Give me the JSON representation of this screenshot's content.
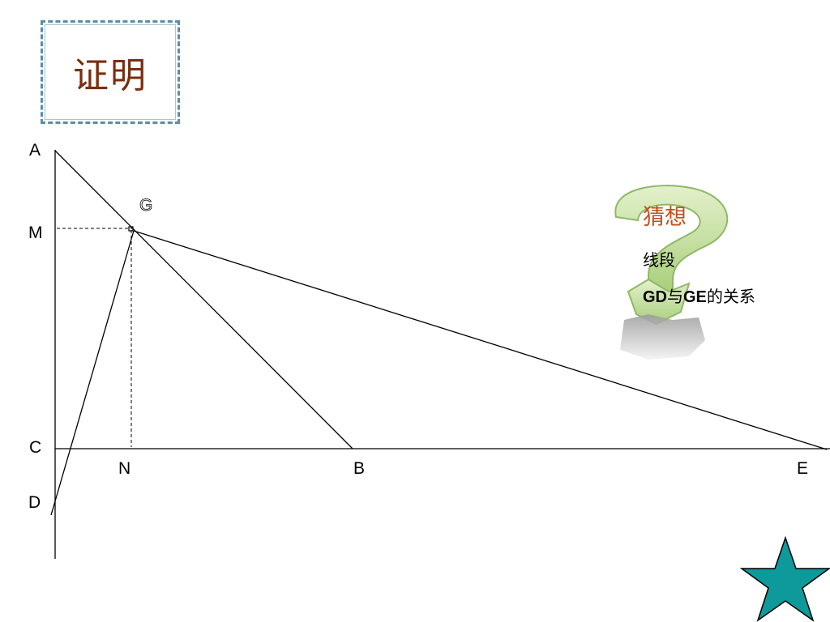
{
  "title": "证明",
  "points": {
    "A": "A",
    "G": "G",
    "M": "M",
    "C": "C",
    "N": "N",
    "B": "B",
    "E": "E",
    "D": "D"
  },
  "conjecture": {
    "title": "猜想",
    "line1": "线段",
    "seg1": "GD",
    "connector": "与",
    "seg2": "GE",
    "suffix": "的关系",
    "icon": "question-mark-recycle-icon"
  },
  "nav": {
    "icon": "star-icon",
    "color": "#0e9a9a"
  },
  "colors": {
    "title": "#7a2e0e",
    "conjecture_title": "#c0501a",
    "frame": "#5b8fa8",
    "question_mark": "#c8e0a0"
  }
}
